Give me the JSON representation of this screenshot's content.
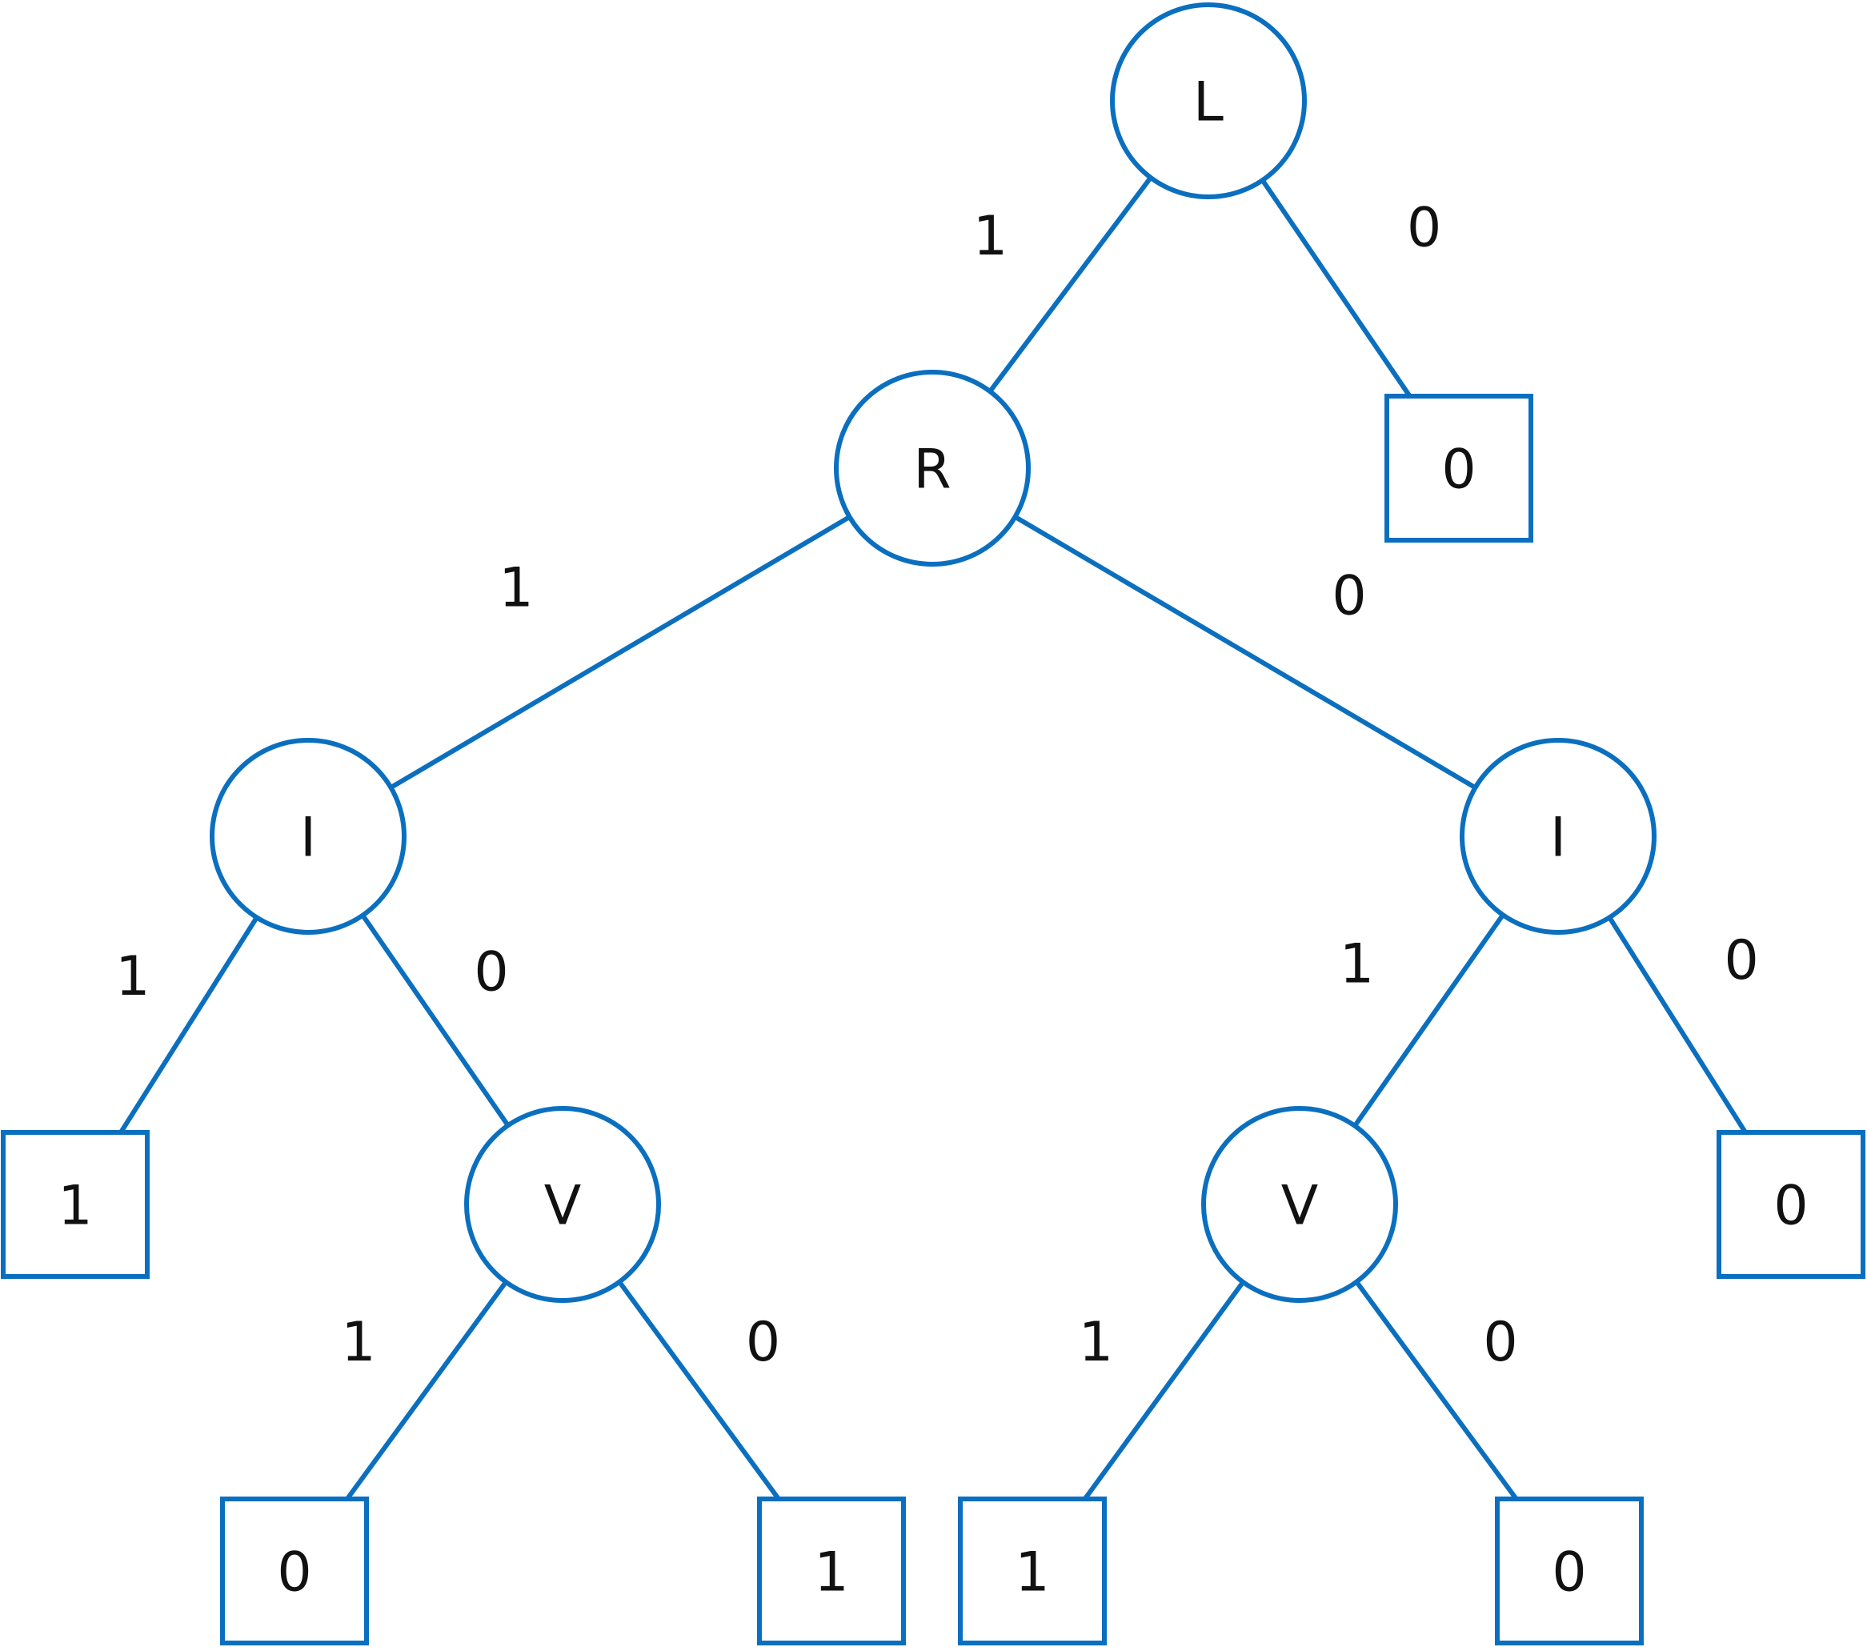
{
  "colors": {
    "stroke": "#0b6fbf",
    "text": "#111111",
    "background": "#ffffff"
  },
  "diagram": {
    "type": "binary-decision-tree",
    "nodes": [
      {
        "id": "n-root",
        "kind": "decision",
        "label": "L"
      },
      {
        "id": "n-r",
        "kind": "decision",
        "label": "R"
      },
      {
        "id": "n-i-left",
        "kind": "decision",
        "label": "I"
      },
      {
        "id": "n-i-right",
        "kind": "decision",
        "label": "I"
      },
      {
        "id": "n-v-left",
        "kind": "decision",
        "label": "V"
      },
      {
        "id": "n-v-right",
        "kind": "decision",
        "label": "V"
      },
      {
        "id": "leaf-l-0",
        "kind": "leaf",
        "label": "0"
      },
      {
        "id": "leaf-il-1",
        "kind": "leaf",
        "label": "1"
      },
      {
        "id": "leaf-vl-0",
        "kind": "leaf",
        "label": "0"
      },
      {
        "id": "leaf-vl-1",
        "kind": "leaf",
        "label": "1"
      },
      {
        "id": "leaf-vr-1",
        "kind": "leaf",
        "label": "1"
      },
      {
        "id": "leaf-vr-0",
        "kind": "leaf",
        "label": "0"
      },
      {
        "id": "leaf-ir-0",
        "kind": "leaf",
        "label": "0"
      }
    ],
    "edges": [
      {
        "from": "n-root",
        "to": "n-r",
        "label": "1"
      },
      {
        "from": "n-root",
        "to": "leaf-l-0",
        "label": "0"
      },
      {
        "from": "n-r",
        "to": "n-i-left",
        "label": "1"
      },
      {
        "from": "n-r",
        "to": "n-i-right",
        "label": "0"
      },
      {
        "from": "n-i-left",
        "to": "leaf-il-1",
        "label": "1"
      },
      {
        "from": "n-i-left",
        "to": "n-v-left",
        "label": "0"
      },
      {
        "from": "n-v-left",
        "to": "leaf-vl-0",
        "label": "1"
      },
      {
        "from": "n-v-left",
        "to": "leaf-vl-1",
        "label": "0"
      },
      {
        "from": "n-i-right",
        "to": "n-v-right",
        "label": "1"
      },
      {
        "from": "n-i-right",
        "to": "leaf-ir-0",
        "label": "0"
      },
      {
        "from": "n-v-right",
        "to": "leaf-vr-1",
        "label": "1"
      },
      {
        "from": "n-v-right",
        "to": "leaf-vr-0",
        "label": "0"
      }
    ]
  }
}
